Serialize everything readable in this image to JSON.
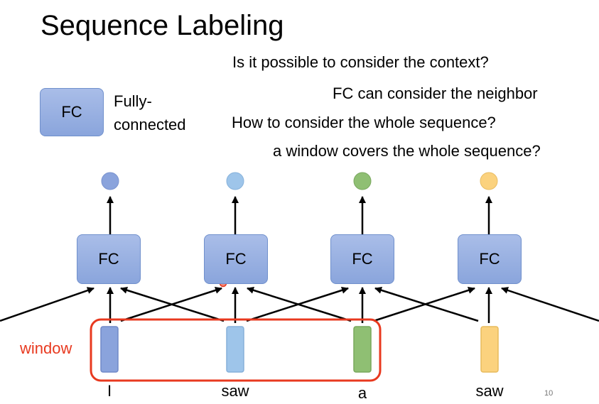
{
  "title": "Sequence Labeling",
  "questions": {
    "q1": "Is it possible to consider the context?",
    "q2": "FC can consider the neighbor",
    "q3": "How to consider the whole sequence?",
    "q4": "a window covers the whole sequence?"
  },
  "legend": {
    "box_label": "FC",
    "description_line1": "Fully-",
    "description_line2": "connected"
  },
  "fc_label": "FC",
  "window_label": "window",
  "words": [
    "I",
    "saw",
    "a",
    "saw"
  ],
  "page_number": "10",
  "colors": {
    "blue_dark": "#8aa3dc",
    "blue_light": "#9ec5ea",
    "green": "#8fbf73",
    "yellow": "#fbd27e",
    "window_border": "#e8391f"
  }
}
